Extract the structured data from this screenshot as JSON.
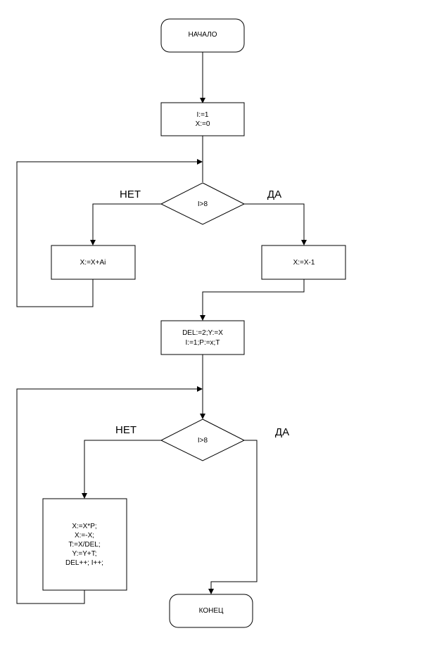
{
  "nodes": {
    "start": {
      "label": "НАЧАЛО"
    },
    "init": {
      "lines": [
        "I:=1",
        "X:=0"
      ]
    },
    "decision1": {
      "label": "I>8"
    },
    "add": {
      "label": "X:=X+Ai"
    },
    "dec": {
      "label": "X:=X-1"
    },
    "init2": {
      "lines": [
        "DEL:=2;Y:=X",
        "I:=1;P:=x;T"
      ]
    },
    "decision2": {
      "label": "I>8"
    },
    "loop_body": {
      "lines": [
        "X:=X*P;",
        "X:=-X;",
        "T:=X/DEL;",
        "Y:=Y+T;",
        "DEL++; I++;"
      ]
    },
    "end": {
      "label": "КОНЕЦ"
    }
  },
  "labels": {
    "no1": "НЕТ",
    "yes1": "ДА",
    "no2": "НЕТ",
    "yes2": "ДА"
  }
}
